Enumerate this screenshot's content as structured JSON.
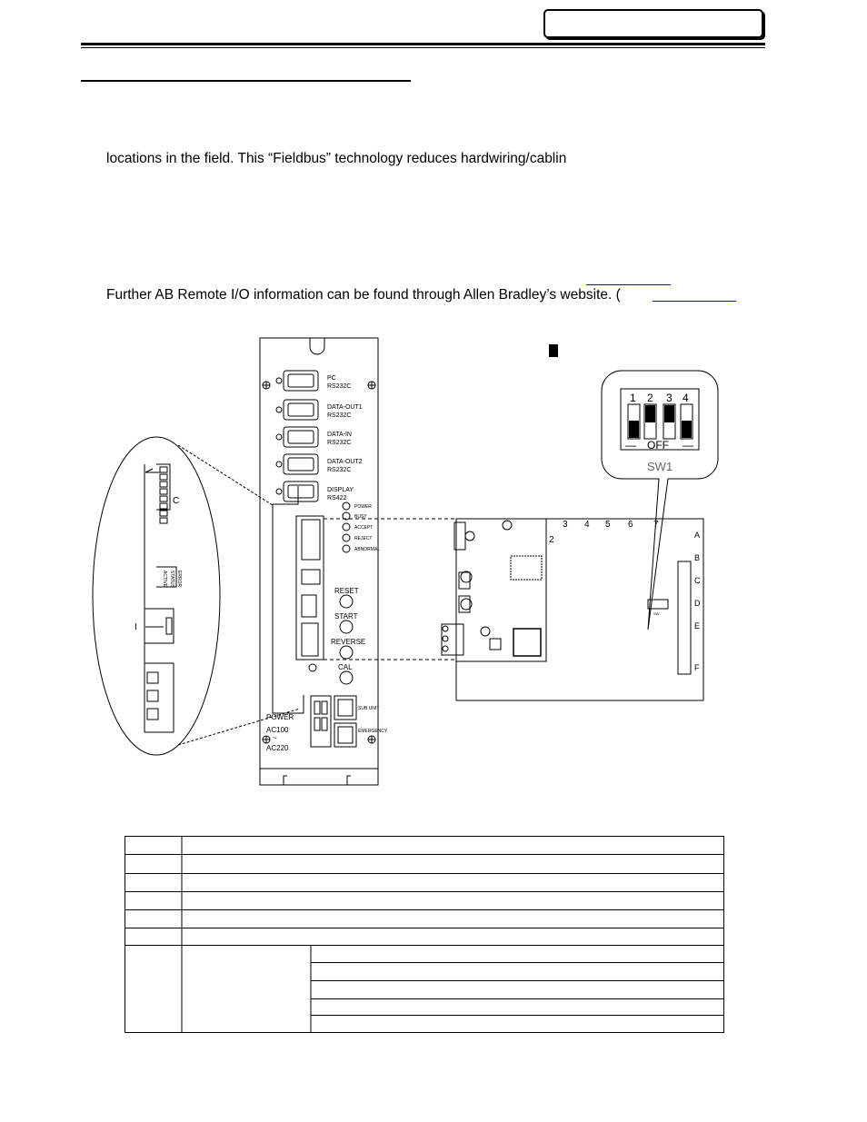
{
  "header": {
    "box_text": ""
  },
  "body": {
    "line1": "locations in the field. This “Fieldbus” technology reduces hardwiring/cablin",
    "line2": "Further AB Remote I/O information can be found through Allen Bradley’s website. ("
  },
  "front_panel": {
    "ports": [
      {
        "label": "PC",
        "sub": "RS232C"
      },
      {
        "label": "DATA-OUT1",
        "sub": "RS232C"
      },
      {
        "label": "DATA-IN",
        "sub": "RS232C"
      },
      {
        "label": "DATA-OUT2",
        "sub": "RS232C"
      },
      {
        "label": "DISPLAY",
        "sub": "RS422"
      }
    ],
    "leds": [
      "POWER",
      "BUSY",
      "ACCEPT",
      "REJECT",
      "ABNORMAL"
    ],
    "buttons": [
      "RESET",
      "START",
      "REVERSE",
      "CAL"
    ],
    "power_label": "POWER",
    "power_range": [
      "AC100",
      "~",
      "AC220"
    ],
    "aux_labels": [
      "SUB UNIT",
      "EMERGENCY"
    ]
  },
  "zoom_left": {
    "label_c": "C",
    "label_i": "I",
    "small": [
      "ACTIVE",
      "STATUS",
      "ERROR"
    ]
  },
  "switch": {
    "numbers": [
      "1",
      "2",
      "3",
      "4"
    ],
    "off_label": "OFF",
    "dash": "—",
    "name": "SW1"
  },
  "board": {
    "col_numbers": [
      "2",
      "3",
      "4",
      "5",
      "6",
      "7"
    ],
    "row_letters": [
      "A",
      "B",
      "C",
      "D",
      "E",
      "F"
    ],
    "sw_tag": "SW"
  }
}
